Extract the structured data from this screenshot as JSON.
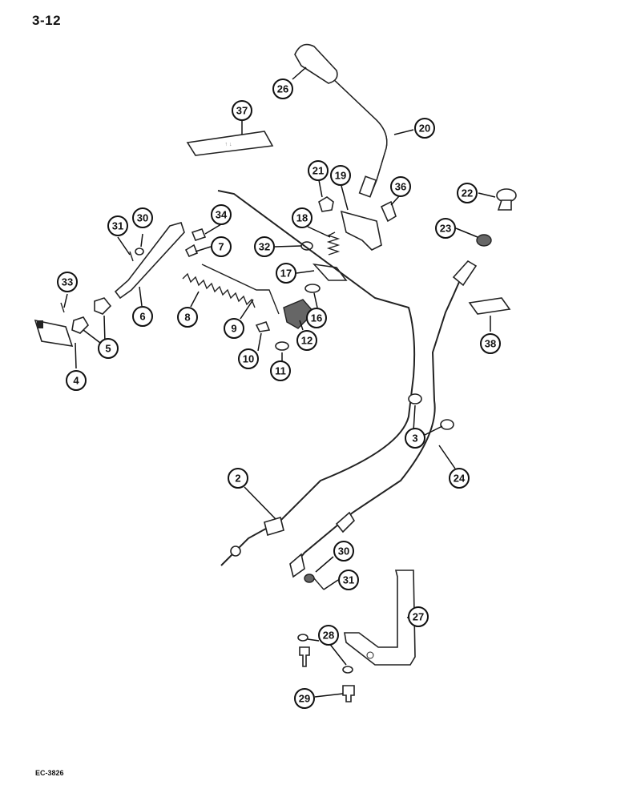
{
  "page_number": "3-12",
  "reference_code": "EC-3826",
  "callouts": [
    {
      "label": "2"
    },
    {
      "label": "3"
    },
    {
      "label": "4"
    },
    {
      "label": "5"
    },
    {
      "label": "6"
    },
    {
      "label": "7"
    },
    {
      "label": "8"
    },
    {
      "label": "9"
    },
    {
      "label": "10"
    },
    {
      "label": "11"
    },
    {
      "label": "12"
    },
    {
      "label": "16"
    },
    {
      "label": "17"
    },
    {
      "label": "18"
    },
    {
      "label": "19"
    },
    {
      "label": "20"
    },
    {
      "label": "21"
    },
    {
      "label": "22"
    },
    {
      "label": "23"
    },
    {
      "label": "24"
    },
    {
      "label": "26"
    },
    {
      "label": "27"
    },
    {
      "label": "28"
    },
    {
      "label": "28"
    },
    {
      "label": "29"
    },
    {
      "label": "30"
    },
    {
      "label": "30"
    },
    {
      "label": "31"
    },
    {
      "label": "31"
    },
    {
      "label": "32"
    },
    {
      "label": "33"
    },
    {
      "label": "34"
    },
    {
      "label": "36"
    },
    {
      "label": "37"
    },
    {
      "label": "38"
    }
  ]
}
